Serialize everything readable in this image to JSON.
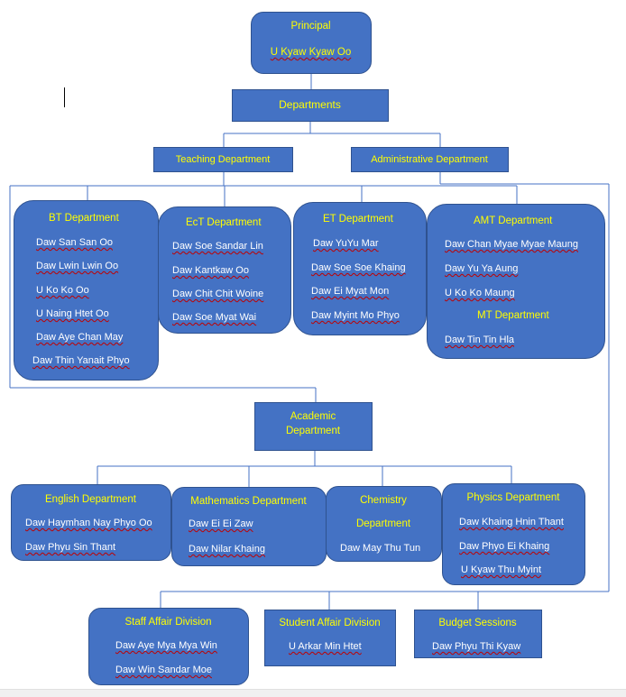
{
  "principal": {
    "title": "Principal",
    "name": "U Kyaw Kyaw Oo"
  },
  "departments": {
    "title": "Departments"
  },
  "teaching": {
    "title": "Teaching Department"
  },
  "administrative": {
    "title": "Administrative Department"
  },
  "bt": {
    "title": "BT Department",
    "members": [
      "Daw San San Oo",
      "Daw Lwin Lwin Oo",
      "U Ko Ko Oo",
      "U Naing Htet Oo",
      "Daw Aye Chan May",
      "Daw Thin Yanait Phyo"
    ]
  },
  "ect": {
    "title": "EcT Department",
    "members": [
      "Daw Soe Sandar Lin",
      "Daw Kantkaw Oo",
      "Daw Chit Chit Woine",
      "Daw Soe Myat Wai"
    ]
  },
  "et": {
    "title": "ET Department",
    "members": [
      "Daw YuYu Mar",
      "Daw Soe Soe Khaing",
      "Daw Ei Myat Mon",
      "Daw Myint Mo Phyo"
    ]
  },
  "amt": {
    "title": "AMT Department",
    "members": [
      "Daw Chan Myae Myae Maung",
      "Daw Yu Ya Aung",
      "U Ko Ko Maung"
    ],
    "mt_title": "MT Department",
    "mt_members": [
      "Daw Tin Tin Hla"
    ]
  },
  "academic": {
    "title_line1": "Academic",
    "title_line2": "Department"
  },
  "english": {
    "title": "English Department",
    "members": [
      "Daw Haymhan Nay Phyo Oo",
      "Daw Phyu Sin Thant"
    ]
  },
  "math": {
    "title": "Mathematics Department",
    "members": [
      "Daw Ei Ei Zaw",
      "Daw Nilar Khaing"
    ]
  },
  "chemistry": {
    "title_line1": "Chemistry",
    "title_line2": "Department",
    "members": [
      "Daw May Thu Tun"
    ]
  },
  "physics": {
    "title": "Physics Department",
    "members": [
      "Daw Khaing Hnin Thant",
      "Daw Phyo Ei Khaing",
      "U Kyaw Thu Myint"
    ]
  },
  "staff": {
    "title": "Staff Affair Division",
    "members": [
      "Daw Aye Mya Mya Win",
      "Daw Win Sandar Moe"
    ]
  },
  "student": {
    "title": "Student Affair Division",
    "members": [
      "U Arkar Min Htet"
    ]
  },
  "budget": {
    "title": "Budget Sessions",
    "members": [
      "Daw Phyu Thi Kyaw"
    ]
  },
  "colors": {
    "box_fill": "#4472c4",
    "box_border": "#2f528f",
    "title_text": "#ffff00",
    "member_text": "#ffffff",
    "connector": "#4472c4"
  }
}
